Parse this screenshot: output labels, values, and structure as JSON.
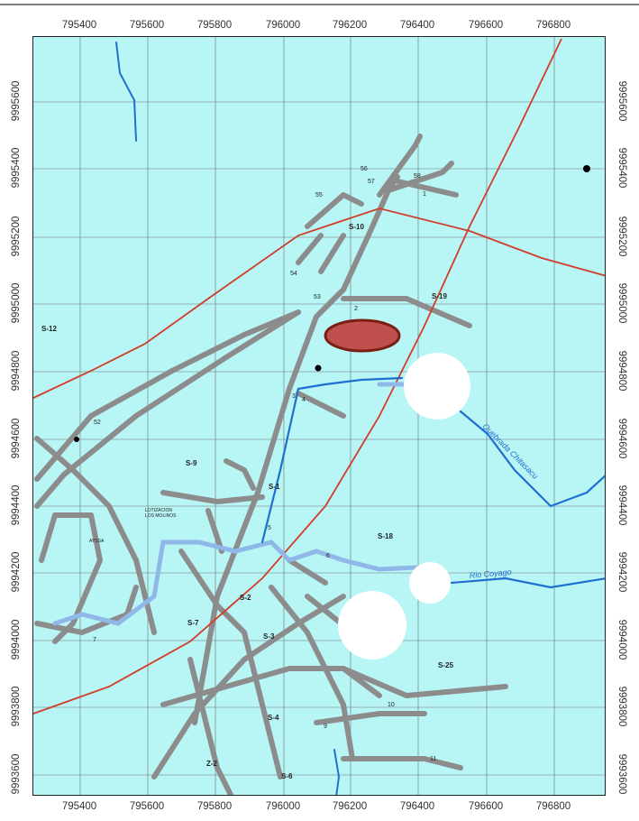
{
  "axes": {
    "x_ticks": [
      "795400",
      "795600",
      "795800",
      "796000",
      "796200",
      "796400",
      "796600",
      "796800"
    ],
    "y_ticks": [
      "9995600",
      "9995400",
      "9995200",
      "9995000",
      "9994800",
      "9994600",
      "9994400",
      "9994200",
      "9994000",
      "9993800",
      "9993600"
    ]
  },
  "sectors": [
    "S-12",
    "S-9",
    "S-10",
    "S-19",
    "S-1",
    "S-18",
    "S-7",
    "S-2",
    "S-3",
    "S-4",
    "S-25",
    "Z-2",
    "S-6"
  ],
  "node_numbers": [
    "52",
    "53",
    "54",
    "55",
    "56",
    "57",
    "58",
    "1",
    "2",
    "3",
    "4",
    "5",
    "6",
    "7",
    "9",
    "10",
    "11"
  ],
  "rivers": {
    "coyago": "Rio Coyago",
    "chitasacu": "Quebrada Chitasacu"
  },
  "place_labels": {
    "lotizacion": "LOTIZACION\nLOS MOLINOS",
    "ayssa": "AYSSA"
  },
  "colors": {
    "water_bg": "#b8f5f5",
    "road": "#8c8c8c",
    "river": "#1f6fd1",
    "river_light": "#8fb8e8",
    "boundary": "#d23c28",
    "marker_fill": "#c0504d",
    "marker_stroke": "#7a1d12",
    "grid": "#6f6f6f"
  }
}
